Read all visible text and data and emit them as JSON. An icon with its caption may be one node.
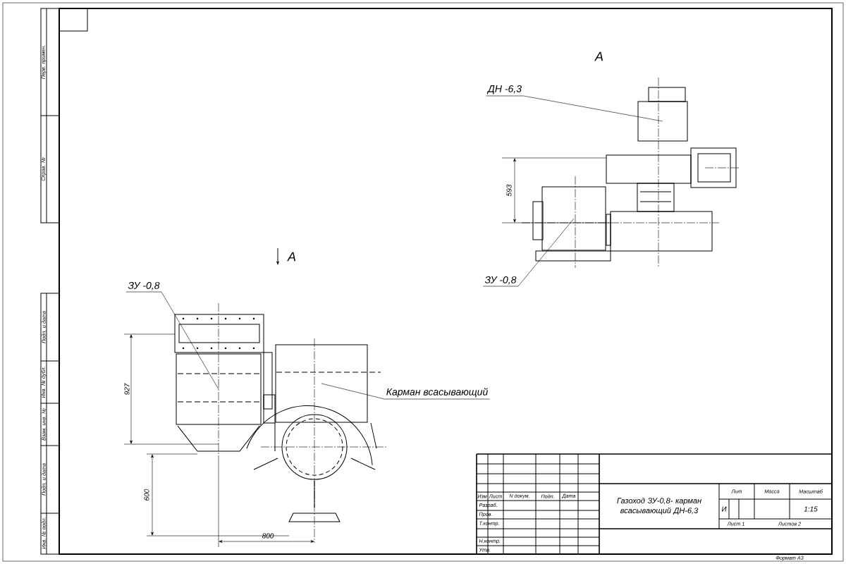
{
  "diagram": {
    "nodes": [
      {
        "text": [
          "ДН -6,3"
        ]
      },
      {
        "text": [],
        "shape": "box"
      },
      {
        "text": [
          "ЗУ -0,8"
        ]
      },
      {
        "text": [],
        "shape": "box"
      },
      {
        "text": [
          "ЗУ -0,8"
        ]
      },
      {
        "text": [],
        "shape": "box"
      },
      {
        "text": [
          "Карман всасывающий"
        ]
      },
      {
        "text": [],
        "shape": "box"
      }
    ],
    "edges": [
      {
        "from": 0,
        "to": 1,
        "arrow": "none"
      },
      {
        "from": 2,
        "to": 3,
        "arrow": "none"
      },
      {
        "from": 4,
        "to": 5,
        "arrow": "none"
      },
      {
        "from": 6,
        "to": 7,
        "arrow": "none"
      }
    ],
    "labels": [
      "А",
      "593",
      "А",
      "927",
      "600",
      "800",
      "Перв. примен.",
      "Справ. №",
      "Подп. и дата",
      "Инв. № дубл.",
      "Взам. инв. №",
      "Подп. и дата",
      "Инв. № подл.",
      "Изм",
      "Лист",
      "N докум.",
      "Подп.",
      "Дата",
      "Разраб.",
      "Пров.",
      "Т.контр.",
      "Н.контр.",
      "Утв.",
      "Газоход ЗУ-0,8- карман всасывающий ДН-6,3",
      "Лит",
      "Масса",
      "Масштаб",
      "И",
      "1:15",
      "Лист 1",
      "Листов 2",
      "Формат А3"
    ]
  }
}
